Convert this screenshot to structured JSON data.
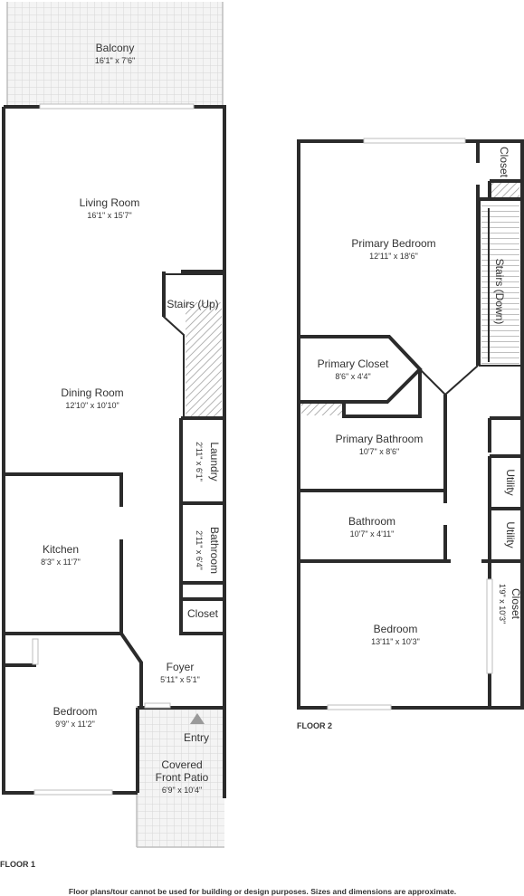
{
  "floor1": {
    "label": "FLOOR 1",
    "rooms": {
      "balcony": {
        "name": "Balcony",
        "dims": "16'1\" x 7'6\""
      },
      "living_room": {
        "name": "Living Room",
        "dims": "16'1\" x 15'7\""
      },
      "stairs_up": {
        "name": "Stairs (Up)"
      },
      "dining_room": {
        "name": "Dining Room",
        "dims": "12'10\" x 10'10\""
      },
      "laundry": {
        "name": "Laundry",
        "dims": "2'11\" x 6'1\""
      },
      "bathroom": {
        "name": "Bathroom",
        "dims": "2'11\" x 6'4\""
      },
      "kitchen": {
        "name": "Kitchen",
        "dims": "8'3\" x 11'7\""
      },
      "closet": {
        "name": "Closet"
      },
      "foyer": {
        "name": "Foyer",
        "dims": "5'11\" x 5'1\""
      },
      "bedroom": {
        "name": "Bedroom",
        "dims": "9'9\" x 11'2\""
      },
      "entry": {
        "name": "Entry"
      },
      "patio": {
        "name_line1": "Covered",
        "name_line2": "Front Patio",
        "dims": "6'9\" x 10'4\""
      }
    }
  },
  "floor2": {
    "label": "FLOOR 2",
    "rooms": {
      "closet_top": {
        "name": "Closet"
      },
      "primary_bedroom": {
        "name": "Primary Bedroom",
        "dims": "12'11\" x 18'6\""
      },
      "stairs_down": {
        "name": "Stairs (Down)"
      },
      "primary_closet": {
        "name": "Primary Closet",
        "dims": "8'6\" x 4'4\""
      },
      "primary_bathroom": {
        "name": "Primary Bathroom",
        "dims": "10'7\" x 8'6\""
      },
      "utility_1": {
        "name": "Utility"
      },
      "bathroom": {
        "name": "Bathroom",
        "dims": "10'7\" x 4'11\""
      },
      "utility_2": {
        "name": "Utility"
      },
      "closet_side": {
        "name": "Closet",
        "dims": "1'9\" x 10'3\""
      },
      "bedroom": {
        "name": "Bedroom",
        "dims": "13'11\" x 10'3\""
      }
    }
  },
  "disclaimer": "Floor plans/tour cannot be used for building or design purposes. Sizes and dimensions are approximate.",
  "colors": {
    "wall": "#2b2b2b",
    "text": "#333333",
    "hatch": "#9a9a9a",
    "patio_tile": "#dcdcdc"
  }
}
